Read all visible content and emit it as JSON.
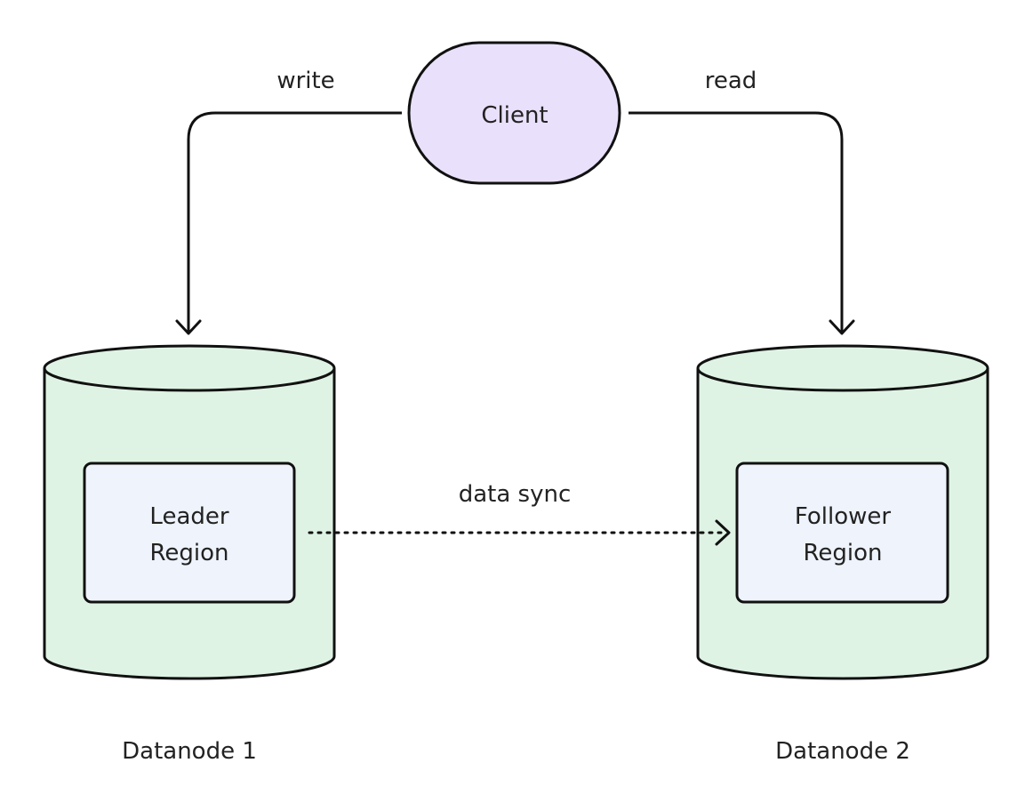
{
  "client": {
    "label": "Client"
  },
  "edges": {
    "write": "write",
    "read": "read",
    "sync": "data sync"
  },
  "datanode1": {
    "title": "Datanode 1",
    "region_line1": "Leader",
    "region_line2": "Region"
  },
  "datanode2": {
    "title": "Datanode 2",
    "region_line1": "Follower",
    "region_line2": "Region"
  },
  "colors": {
    "client_fill": "#e9e0fb",
    "datanode_fill": "#dff3e4",
    "region_fill": "#eef3fc",
    "stroke": "#111111"
  }
}
